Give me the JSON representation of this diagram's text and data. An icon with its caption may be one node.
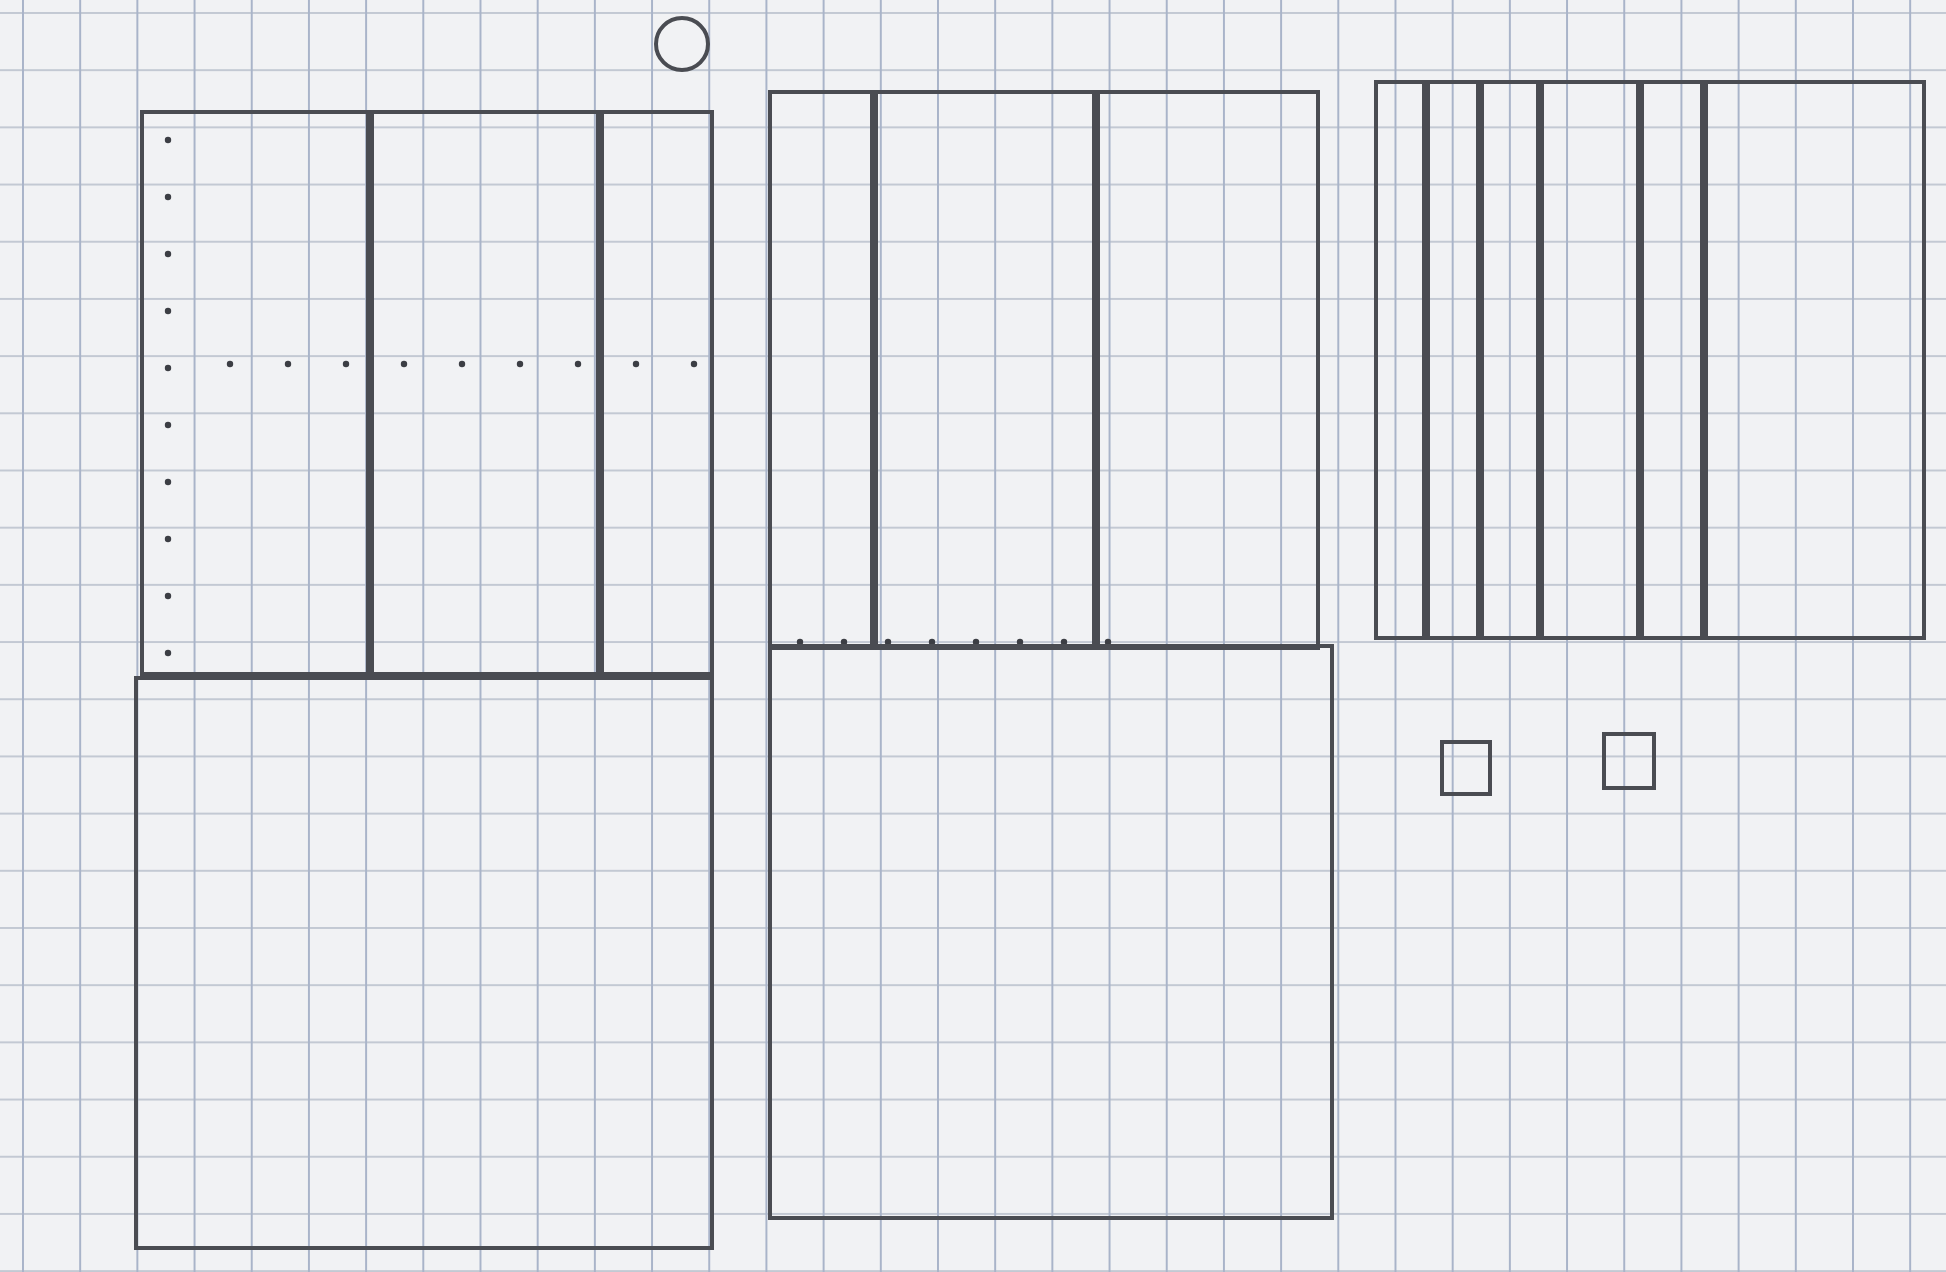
{
  "diagram": {
    "nodes": [
      {
        "text": [],
        "shape": "circle"
      },
      {
        "text": [],
        "shape": "box"
      },
      {
        "text": [],
        "shape": "box",
        "in": 1
      },
      {
        "text": [],
        "shape": "box",
        "in": 1
      },
      {
        "text": [],
        "shape": "box",
        "in": 1
      },
      {
        "text": [],
        "shape": "box"
      },
      {
        "text": [],
        "shape": "box",
        "in": 5
      },
      {
        "text": [],
        "shape": "box",
        "in": 5
      },
      {
        "text": [],
        "shape": "box",
        "in": 5
      },
      {
        "text": [],
        "shape": "box"
      },
      {
        "text": [],
        "shape": "box",
        "in": 9
      },
      {
        "text": [],
        "shape": "box",
        "in": 9
      },
      {
        "text": [],
        "shape": "box",
        "in": 9
      },
      {
        "text": [],
        "shape": "box",
        "in": 9
      },
      {
        "text": [],
        "shape": "box",
        "in": 9
      },
      {
        "text": [],
        "shape": "box",
        "in": 9
      },
      {
        "text": [],
        "shape": "box"
      },
      {
        "text": [],
        "shape": "box"
      },
      {
        "text": [],
        "shape": "box"
      },
      {
        "text": [],
        "shape": "box"
      }
    ]
  }
}
